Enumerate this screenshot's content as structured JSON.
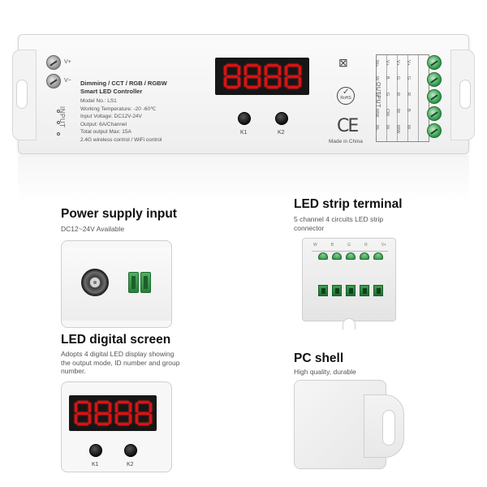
{
  "device": {
    "input_terminals": [
      "V+",
      "V−"
    ],
    "input_label": "INPUT",
    "title_lines": [
      "Dimming / CCT / RGB / RGBW",
      "Smart LED Controller"
    ],
    "specs": [
      "Model No.: LS1",
      "Working Temperature: -20 -60℃",
      "Input Voltage: DC12V-24V",
      "Output: 6A/Channel",
      "Total output Max: 15A",
      "2.4G wireless control / WiFi control"
    ],
    "buttons": [
      "K1",
      "K2"
    ],
    "rohs": "RoHS",
    "ce": "CE",
    "made_in": "Made in China",
    "output_label": "OUTPUT",
    "terminal_columns": [
      [
        "W-",
        "WW",
        "W",
        "W",
        "W+"
      ],
      [
        "W",
        "CW",
        "G",
        "B",
        "V+"
      ],
      [
        "WW",
        "W",
        "R",
        "G",
        "V+"
      ],
      [
        "W",
        "B",
        "R",
        "G",
        "V+"
      ]
    ]
  },
  "sections": {
    "power": {
      "title": "Power supply input",
      "desc": "DC12~24V Available"
    },
    "terminal": {
      "title": "LED strip terminal",
      "desc": "5 channel 4 circuits LED strip connector",
      "labels": [
        "W",
        "B",
        "G",
        "R",
        "V+"
      ]
    },
    "screen": {
      "title": "LED digital screen",
      "desc": "Adopts 4 digital LED display showing the output mode, ID number and group number.",
      "buttons": [
        "K1",
        "K2"
      ]
    },
    "shell": {
      "title": "PC shell",
      "desc": "High quality, durable"
    }
  },
  "colors": {
    "led": "#dd1111",
    "terminal_green": "#2f9a4a"
  }
}
